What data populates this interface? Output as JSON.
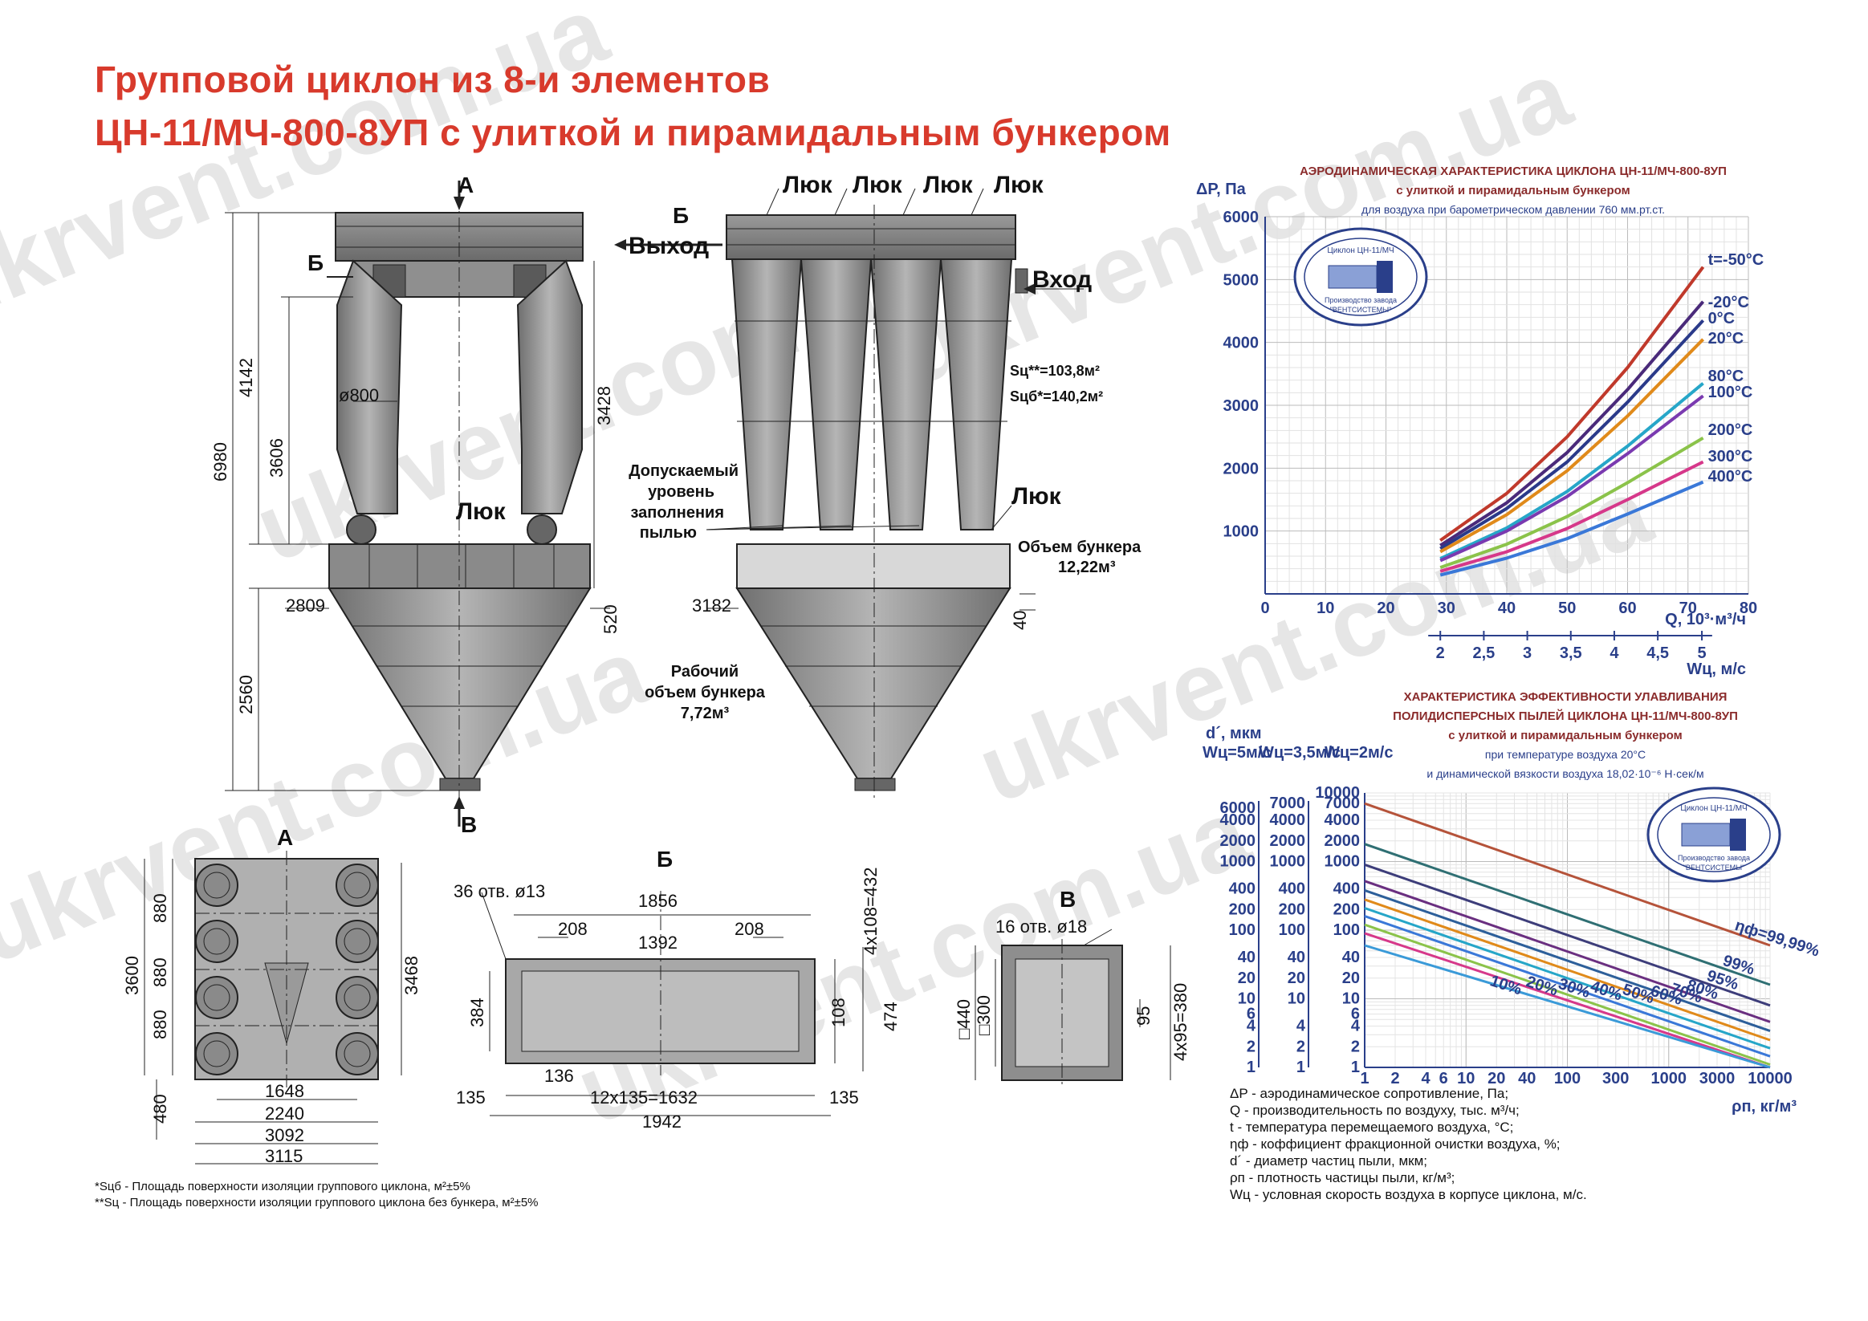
{
  "title": {
    "line1": "Групповой циклон из 8-и элементов",
    "line2": "ЦН-11/МЧ-800-8УП с улиткой и пирамидальным бункером"
  },
  "watermark": "ukrvent.com.ua",
  "colors": {
    "title": "#d83a2c",
    "axis": "#2a3f8a",
    "chart_title": "#8a2b2b",
    "equipment": "#8c8c8c"
  },
  "view_front": {
    "labels": {
      "a": "А",
      "b": "Б",
      "v": "В",
      "hatch": "Люк",
      "diam": "ø800"
    },
    "dims": {
      "d6980": "6980",
      "d4142": "4142",
      "d3606": "3606",
      "d3428": "3428",
      "d2809": "2809",
      "d520": "520",
      "d2560": "2560"
    }
  },
  "view_side": {
    "hatches": [
      "Люк",
      "Люк",
      "Люк",
      "Люк"
    ],
    "b_label": "Б",
    "outlet": "Выход",
    "inlet": "Вход",
    "hatch_low": "Люк",
    "area1": "Sц**=103,8м²",
    "area2": "Sцб*=140,2м²",
    "dust_level": [
      "Допускаемый",
      "уровень",
      "заполнения",
      "пылью"
    ],
    "bunker_volume": [
      "Объем бункера",
      "12,22м³"
    ],
    "work_volume": [
      "Рабочий",
      "объем бункера",
      "7,72м³"
    ],
    "dims": {
      "d3182": "3182",
      "d40": "40"
    }
  },
  "view_a": {
    "label": "А",
    "dims": {
      "d3600": "3600",
      "d880a": "880",
      "d880b": "880",
      "d880c": "880",
      "d3468": "3468",
      "d480": "480",
      "d1648": "1648",
      "d2240": "2240",
      "d3092": "3092",
      "d3115": "3115"
    }
  },
  "view_b": {
    "label": "Б",
    "holes": "36 отв. ø13",
    "dims": {
      "d1856": "1856",
      "d208a": "208",
      "d208b": "208",
      "d1392": "1392",
      "d4x108": "4x108=432",
      "d384": "384",
      "d108": "108",
      "d474": "474",
      "d136": "136",
      "d135a": "135",
      "d12x135": "12x135=1632",
      "d135b": "135",
      "d1942": "1942"
    }
  },
  "view_v": {
    "label": "В",
    "holes": "16 отв. ø18",
    "dims": {
      "d440": "□440",
      "d300": "□300",
      "d95": "95",
      "d4x95": "4x95=380"
    }
  },
  "footnotes": {
    "n1": "*Sцб - Площадь поверхности изоляции группового циклона, м²±5%",
    "n2": "**Sц - Площадь поверхности изоляции группового циклона без бункера, м²±5%"
  },
  "stamp": {
    "text1": "Циклон ЦН-11/МЧ",
    "text2": "Производство завода",
    "text3": "\"ВЕНТСИСТЕМЫ\""
  },
  "chart_data": [
    {
      "type": "line",
      "title": "АЭРОДИНАМИЧЕСКАЯ ХАРАКТЕРИСТИКА ЦИКЛОНА ЦН-11/МЧ-800-8УП",
      "subtitle": "с улиткой и пирамидальным бункером",
      "subtitle2": "для воздуха при барометрическом давлении 760 мм.рт.ст.",
      "ylabel": "ΔP, Па",
      "xlabel": "Q, 10³·м³/ч",
      "x2label": "Wц, м/с",
      "xlim": [
        0,
        80
      ],
      "ylim": [
        0,
        6000
      ],
      "x_ticks": [
        "0",
        "10",
        "20",
        "30",
        "40",
        "50",
        "60",
        "70",
        "80"
      ],
      "y_ticks": [
        "1000",
        "2000",
        "3000",
        "4000",
        "5000",
        "6000"
      ],
      "x2_ticks": [
        "2",
        "2,5",
        "3",
        "3,5",
        "4",
        "4,5",
        "5"
      ],
      "x2_positions": [
        29,
        36.2,
        43.4,
        50.6,
        57.8,
        65,
        72.3
      ],
      "grid": true,
      "series": [
        {
          "name": "t=-50°C",
          "color": "#c0392b",
          "x": [
            29,
            40,
            50,
            60,
            72.5
          ],
          "y": [
            850,
            1600,
            2500,
            3600,
            5200
          ]
        },
        {
          "name": "-20°C",
          "color": "#4a2a7a",
          "x": [
            29,
            40,
            50,
            60,
            72.5
          ],
          "y": [
            770,
            1450,
            2250,
            3250,
            4650
          ]
        },
        {
          "name": "0°C",
          "color": "#2a3a8a",
          "x": [
            29,
            40,
            50,
            60,
            72.5
          ],
          "y": [
            720,
            1360,
            2100,
            3050,
            4350
          ]
        },
        {
          "name": "20°C",
          "color": "#e08a1a",
          "x": [
            29,
            40,
            50,
            60,
            72.5
          ],
          "y": [
            670,
            1260,
            1960,
            2830,
            4050
          ]
        },
        {
          "name": "80°C",
          "color": "#26a6c8",
          "x": [
            29,
            40,
            50,
            60,
            72.5
          ],
          "y": [
            560,
            1050,
            1630,
            2350,
            3350
          ]
        },
        {
          "name": "100°C",
          "color": "#7a3ab0",
          "x": [
            29,
            40,
            50,
            60,
            72.5
          ],
          "y": [
            530,
            1000,
            1550,
            2230,
            3150
          ]
        },
        {
          "name": "200°C",
          "color": "#8bc34a",
          "x": [
            29,
            40,
            50,
            60,
            72.5
          ],
          "y": [
            420,
            790,
            1230,
            1770,
            2480
          ]
        },
        {
          "name": "300°C",
          "color": "#d6388a",
          "x": [
            29,
            40,
            50,
            60,
            72.5
          ],
          "y": [
            360,
            670,
            1040,
            1500,
            2100
          ]
        },
        {
          "name": "400°C",
          "color": "#3a78d8",
          "x": [
            29,
            40,
            50,
            60,
            72.5
          ],
          "y": [
            300,
            570,
            880,
            1270,
            1780
          ]
        }
      ]
    },
    {
      "type": "line",
      "title": "ХАРАКТЕРИСТИКА ЭФФЕКТИВНОСТИ УЛАВЛИВАНИЯ",
      "title2": "ПОЛИДИСПЕРСНЫХ ПЫЛЕЙ ЦИКЛОНА ЦН-11/МЧ-800-8УП",
      "subtitle": "с улиткой и пирамидальным бункером",
      "subtitle2": "при температуре воздуха 20°С",
      "subtitle3": "и динамической вязкости воздуха  18,02·10⁻⁶ Н·сек/м",
      "ylabel": "d´, мкм",
      "ylabel_cols": [
        "Wц=5м/с",
        "Wц=3,5м/с",
        "Wц=2м/с"
      ],
      "xlabel": "ρп, кг/м³",
      "scale": "log",
      "xlim": [
        1,
        10000
      ],
      "ylim": [
        1,
        10000
      ],
      "x_ticks": [
        "1",
        "2",
        "4",
        "6",
        "10",
        "20",
        "40",
        "100",
        "300",
        "1000",
        "3000",
        "10000"
      ],
      "y_ticks": [
        "1",
        "2",
        "4",
        "6",
        "10",
        "20",
        "40",
        "100",
        "200",
        "400",
        "1000",
        "2000",
        "4000",
        "7000",
        "10000"
      ],
      "y_ticks_col1": [
        "1",
        "2",
        "4",
        "6",
        "10",
        "20",
        "40",
        "100",
        "200",
        "400",
        "1000",
        "2000",
        "4000",
        "6000"
      ],
      "y_ticks_col2": [
        "1",
        "2",
        "4",
        "10",
        "20",
        "40",
        "100",
        "200",
        "400",
        "1000",
        "2000",
        "4000",
        "7000"
      ],
      "grid": true,
      "series": [
        {
          "name": "ηф=99,99%",
          "color": "#b5533a",
          "x": [
            1,
            10000
          ],
          "y": [
            7000,
            60
          ]
        },
        {
          "name": "99%",
          "color": "#2f6f73",
          "x": [
            1,
            10000
          ],
          "y": [
            1800,
            16
          ]
        },
        {
          "name": "95%",
          "color": "#3d3d7a",
          "x": [
            1,
            10000
          ],
          "y": [
            900,
            8
          ]
        },
        {
          "name": "80%",
          "color": "#6a2f80",
          "x": [
            1,
            10000
          ],
          "y": [
            520,
            4.6
          ]
        },
        {
          "name": "70%",
          "color": "#2d5f9a",
          "x": [
            1,
            10000
          ],
          "y": [
            380,
            3.4
          ]
        },
        {
          "name": "60%",
          "color": "#e08a1a",
          "x": [
            1,
            10000
          ],
          "y": [
            280,
            2.5
          ]
        },
        {
          "name": "50%",
          "color": "#26a6c8",
          "x": [
            1,
            10000
          ],
          "y": [
            210,
            1.9
          ]
        },
        {
          "name": "40%",
          "color": "#3a78d8",
          "x": [
            1,
            10000
          ],
          "y": [
            160,
            1.45
          ]
        },
        {
          "name": "30%",
          "color": "#8bc34a",
          "x": [
            1,
            10000
          ],
          "y": [
            120,
            1.1
          ]
        },
        {
          "name": "20%",
          "color": "#d6388a",
          "x": [
            1,
            10000
          ],
          "y": [
            90,
            0.8
          ]
        },
        {
          "name": "10%",
          "color": "#3a9ad8",
          "x": [
            1,
            10000
          ],
          "y": [
            60,
            0.55
          ]
        }
      ]
    }
  ],
  "legend": [
    "ΔP - аэродинамическое сопротивление, Па;",
    "Q - производительность по воздуху, тыс. м³/ч;",
    "t - температура перемещаемого воздуха, °С;",
    "ηф - коффициент фракционной очистки воздуха, %;",
    "d´ - диаметр частиц пыли, мкм;",
    "ρп - плотность частицы пыли, кг/м³;",
    "Wц - условная скорость воздуха в корпусе циклона, м/с."
  ]
}
